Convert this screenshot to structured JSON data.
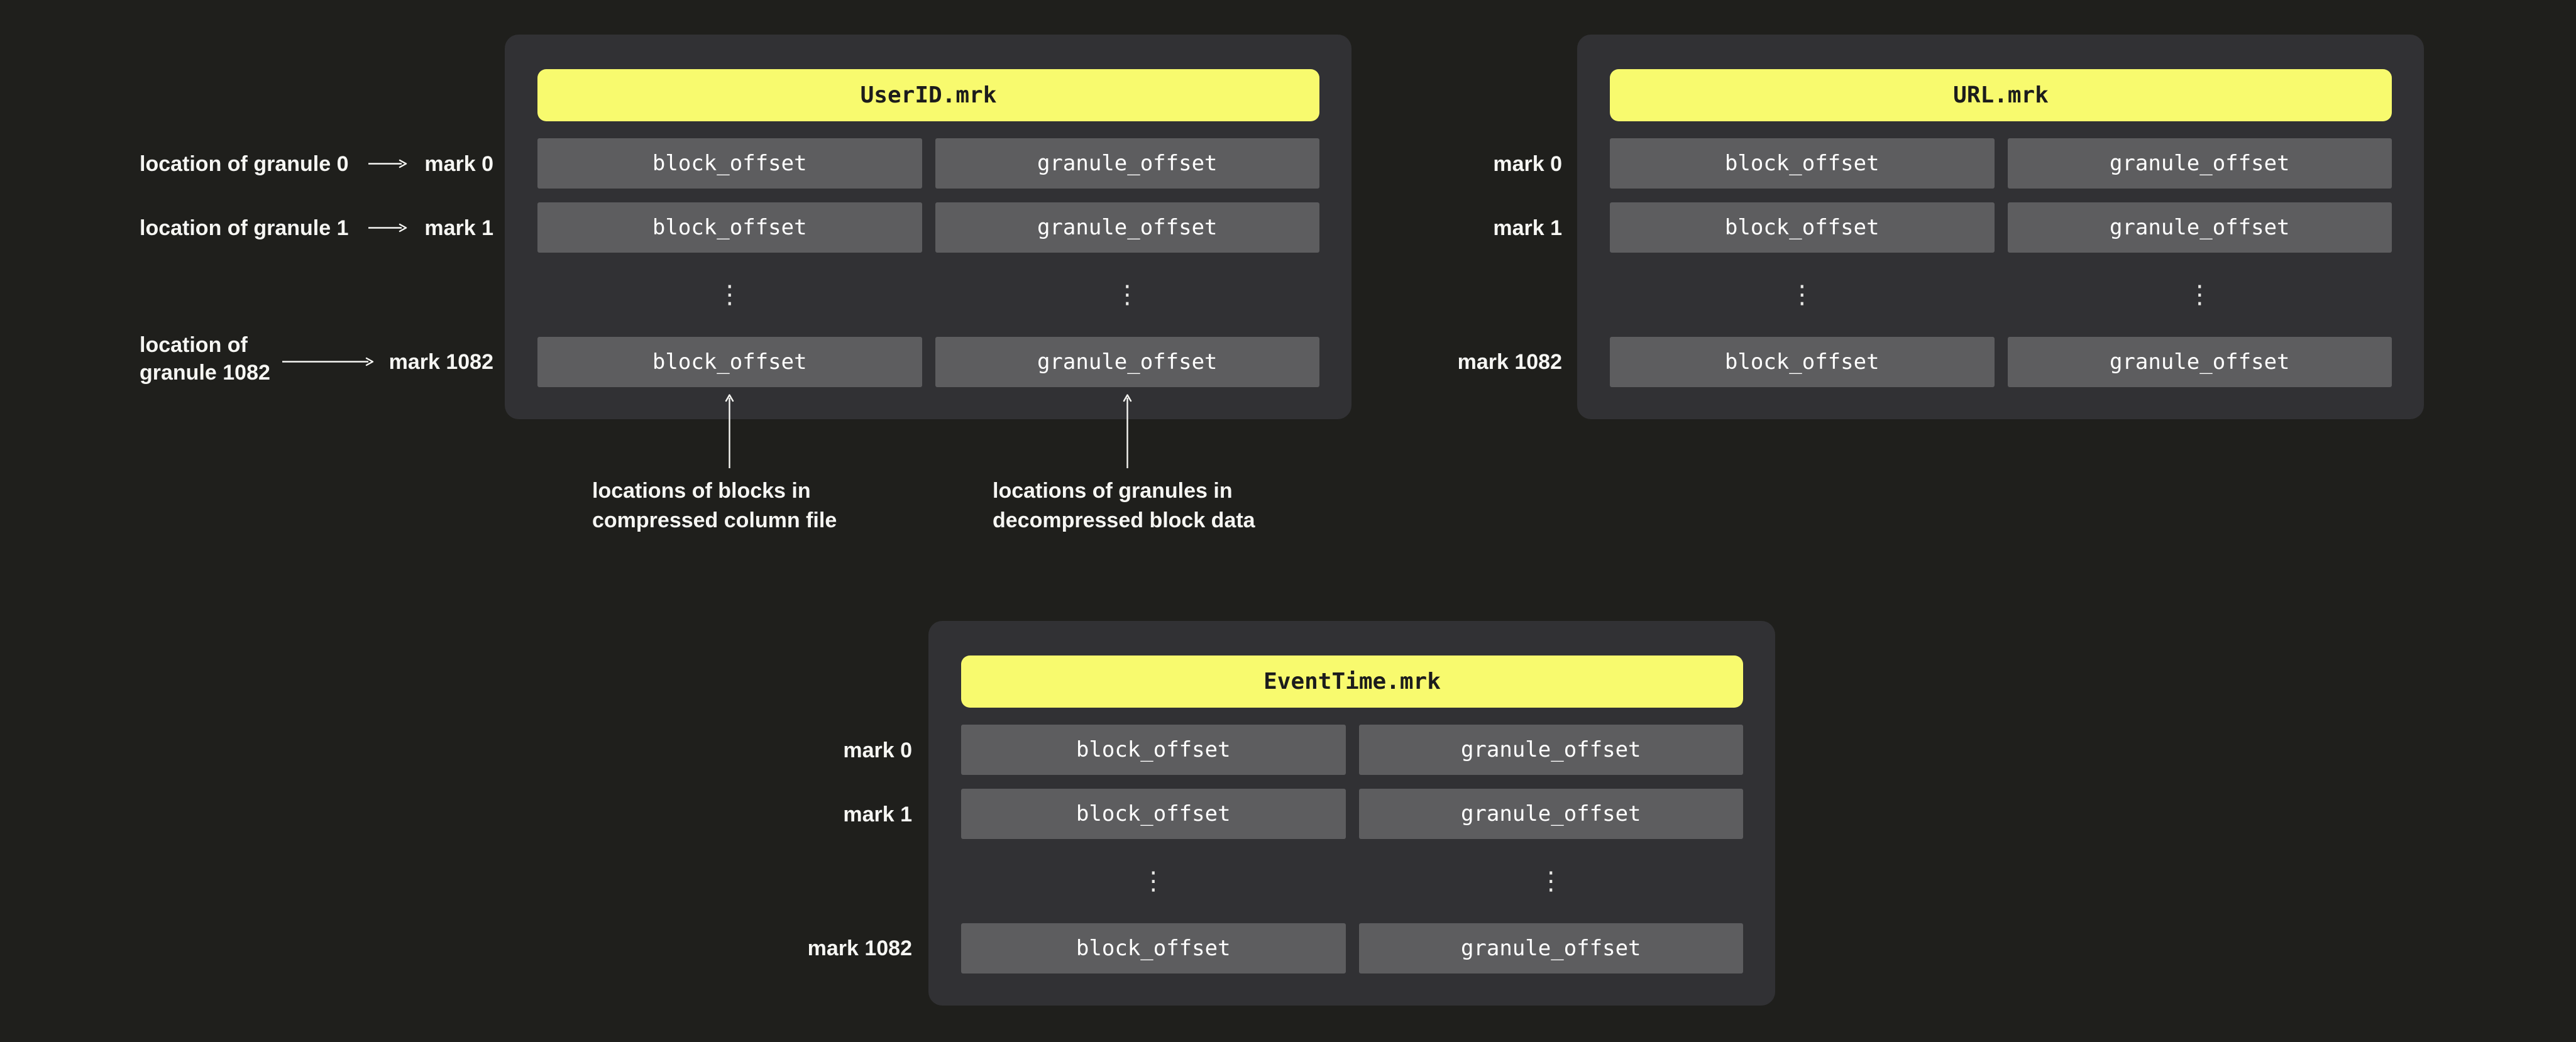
{
  "panels": {
    "userid": {
      "title": "UserID.mrk"
    },
    "url": {
      "title": "URL.mrk"
    },
    "eventtime": {
      "title": "EventTime.mrk"
    }
  },
  "labels": {
    "block_offset": "block_offset",
    "granule_offset": "granule_offset",
    "ellipsis": "⋮"
  },
  "marks": {
    "m0": "mark 0",
    "m1": "mark 1",
    "m1082": "mark 1082"
  },
  "left_annotations": {
    "row0": "location of granule 0",
    "row1": "location of granule 1",
    "row1082_line1": "location of",
    "row1082_line2": "granule 1082"
  },
  "bottom_annotations": {
    "blocks_line1": "locations of blocks in",
    "blocks_line2": "compressed column file",
    "granules_line1": "locations of granules in",
    "granules_line2": "decompressed block data"
  },
  "colors": {
    "background": "#1f1f1c",
    "panel": "#313134",
    "cell": "#5d5d5f",
    "header_bg": "#f8fa6e",
    "header_text": "#1c1c1c",
    "label_text": "#f6f6f3"
  }
}
